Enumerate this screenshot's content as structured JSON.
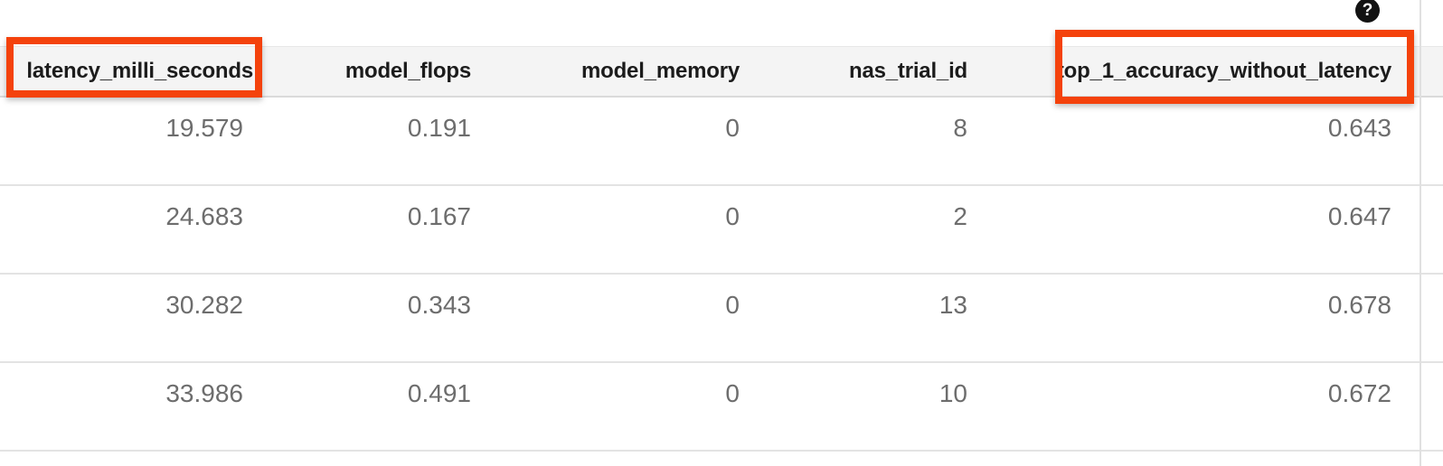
{
  "toolbar": {
    "help_label": "?"
  },
  "highlights": {
    "color": "#f4420c",
    "targets": [
      "latency_milli_seconds",
      "top_1_accuracy_without_latency"
    ]
  },
  "table": {
    "columns": [
      {
        "label": "latency_milli_seconds"
      },
      {
        "label": "model_flops"
      },
      {
        "label": "model_memory"
      },
      {
        "label": "nas_trial_id"
      },
      {
        "label": "top_1_accuracy_without_latency"
      }
    ],
    "rows": [
      {
        "cells": [
          "19.579",
          "0.191",
          "0",
          "8",
          "0.643"
        ]
      },
      {
        "cells": [
          "24.683",
          "0.167",
          "0",
          "2",
          "0.647"
        ]
      },
      {
        "cells": [
          "30.282",
          "0.343",
          "0",
          "13",
          "0.678"
        ]
      },
      {
        "cells": [
          "33.986",
          "0.491",
          "0",
          "10",
          "0.672"
        ]
      }
    ]
  },
  "colors": {
    "highlight": "#f4420c",
    "header_bg": "#f4f4f4",
    "divider": "#e3e3e3",
    "header_text": "#1c1c1c",
    "cell_text": "#6d6d6d",
    "help_icon_bg": "#121212"
  }
}
